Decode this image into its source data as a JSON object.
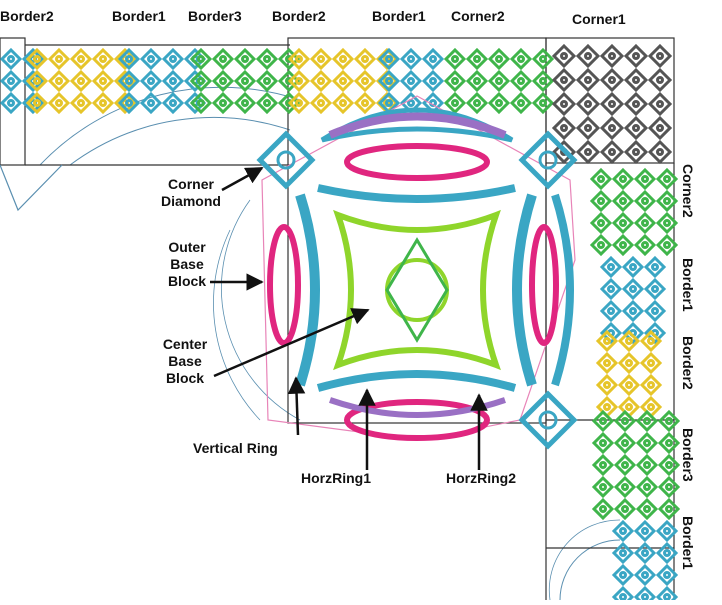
{
  "top_labels": [
    "Border2",
    "Border1",
    "Border3",
    "Border2",
    "Border1",
    "Corner2",
    "Corner1"
  ],
  "right_labels": [
    "Corner2",
    "Border1",
    "Border2",
    "Border3",
    "Border1"
  ],
  "callouts": {
    "corner_diamond": [
      "Corner",
      "Diamond"
    ],
    "outer_base_block": [
      "Outer",
      "Base",
      "Block"
    ],
    "center_base_block": [
      "Center",
      "Base",
      "Block"
    ],
    "vertical_ring": "Vertical Ring",
    "horz_ring1": "HorzRing1",
    "horz_ring2": "HorzRing2"
  },
  "colors": {
    "yellow": "#e6c52a",
    "teal": "#3aa6c4",
    "green": "#3fb54a",
    "gray": "#555555",
    "magenta": "#e0267f",
    "purple": "#9a70c4",
    "lime": "#8fd52b",
    "outline": "#333333",
    "guide": "#5a8fb0",
    "pink": "#e884b8"
  }
}
